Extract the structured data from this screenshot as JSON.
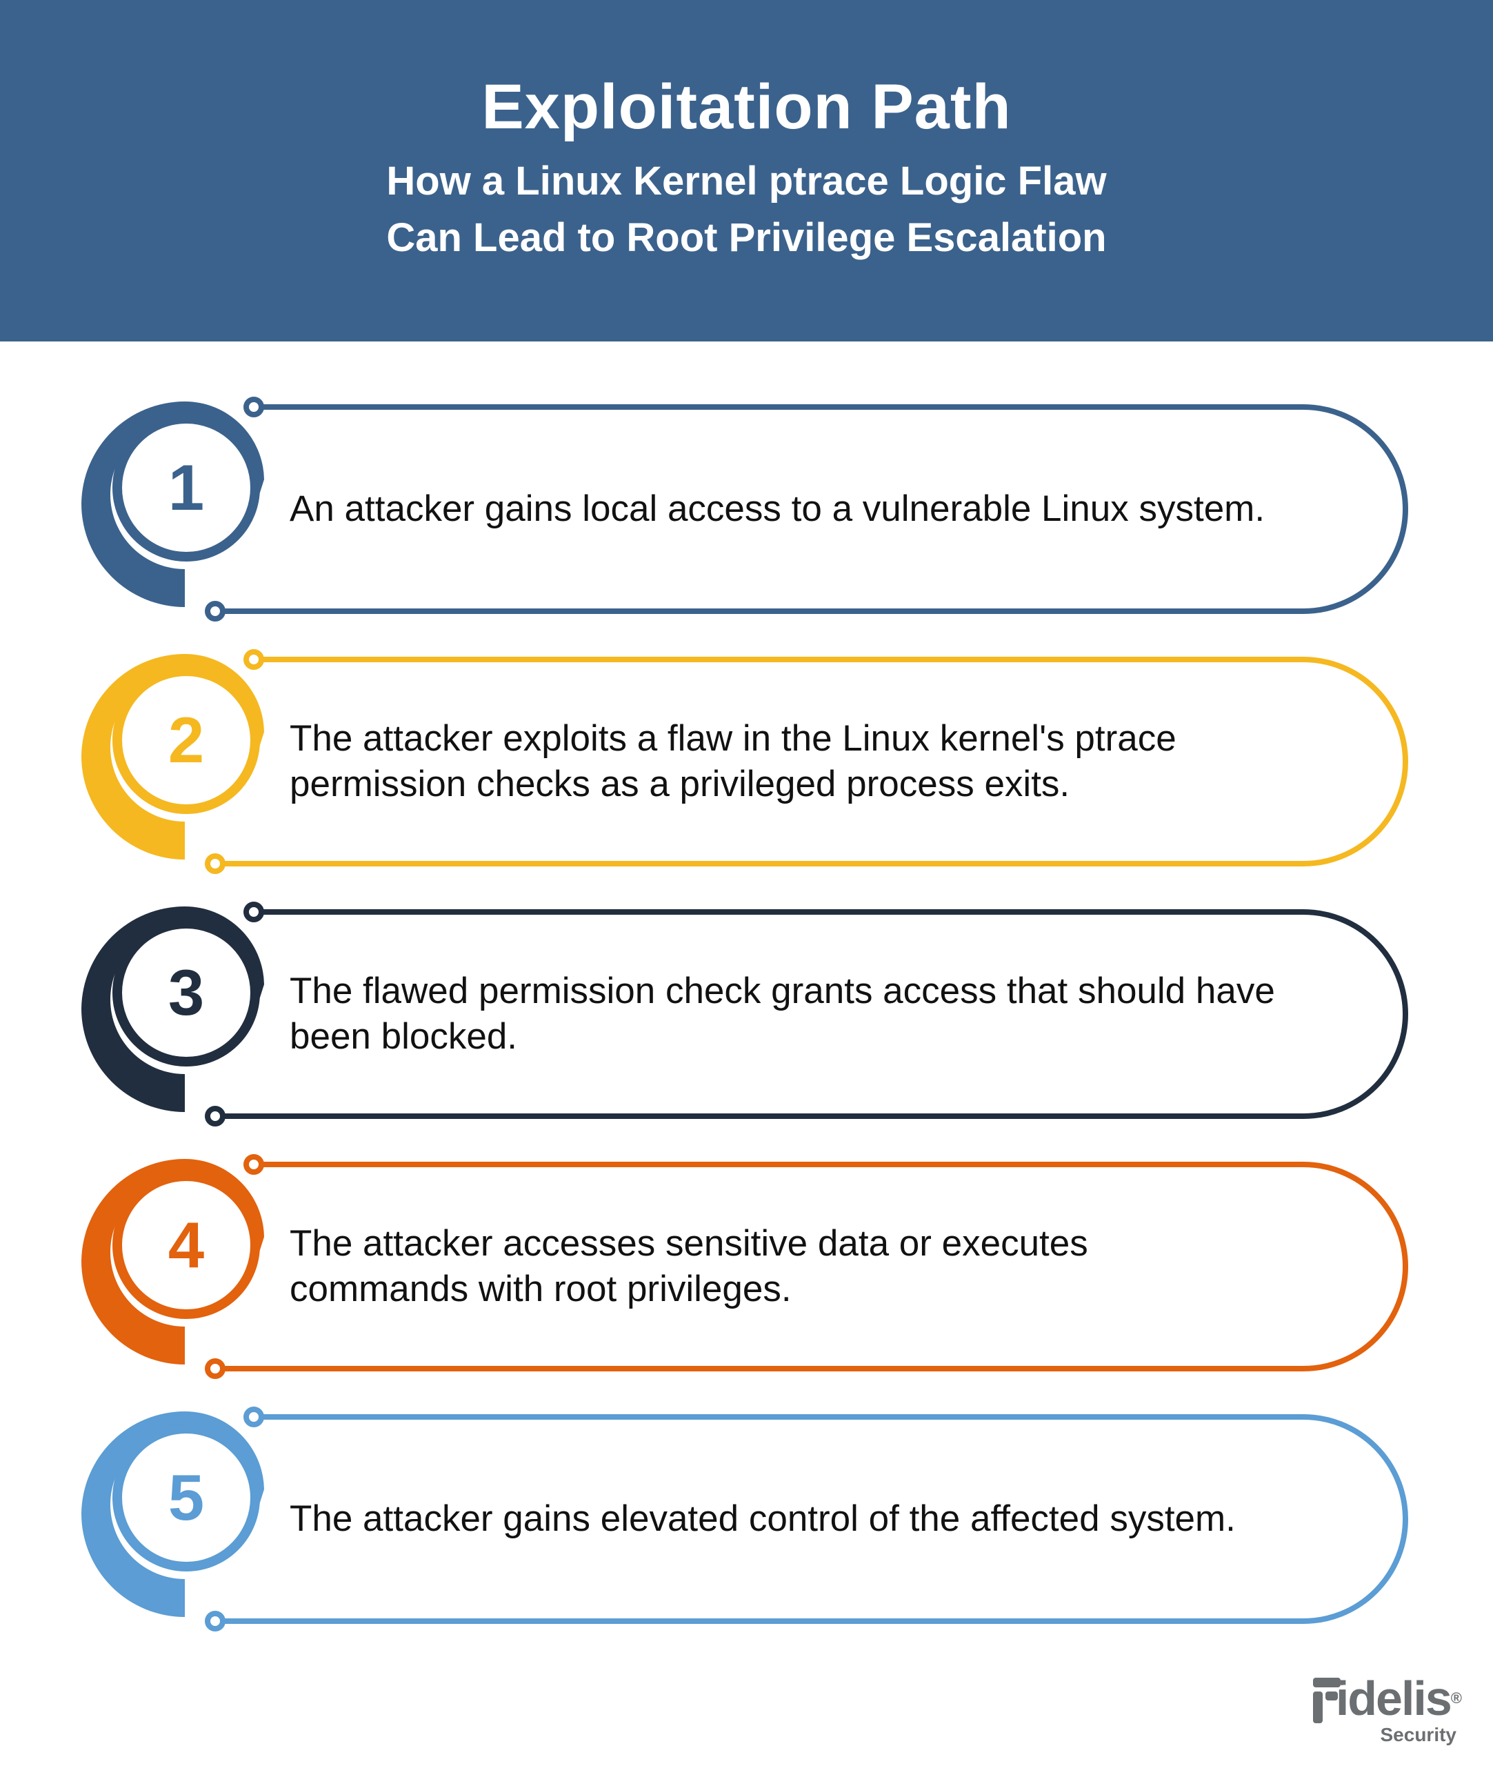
{
  "header": {
    "title": "Exploitation Path",
    "subtitle_line1": "How a Linux Kernel ptrace Logic Flaw",
    "subtitle_line2": "Can Lead to Root Privilege Escalation"
  },
  "steps": [
    {
      "number": "1",
      "text_lines": [
        "An attacker gains local access to a vulnerable Linux system."
      ],
      "color": "#3b628c"
    },
    {
      "number": "2",
      "text_lines": [
        "The attacker exploits a flaw in the Linux kernel's ptrace",
        "permission checks as a privileged process exits."
      ],
      "color": "#f5b820"
    },
    {
      "number": "3",
      "text_lines": [
        "The flawed permission check grants access that should have",
        "been blocked."
      ],
      "color": "#212e3f"
    },
    {
      "number": "4",
      "text_lines": [
        "The attacker accesses sensitive data or executes",
        "commands with root privileges."
      ],
      "color": "#e2620e"
    },
    {
      "number": "5",
      "text_lines": [
        "The attacker gains elevated control of the affected system."
      ],
      "color": "#5b9dd4"
    }
  ],
  "logo": {
    "wordmark": "idelis",
    "sub": "Security",
    "registered": "®"
  }
}
